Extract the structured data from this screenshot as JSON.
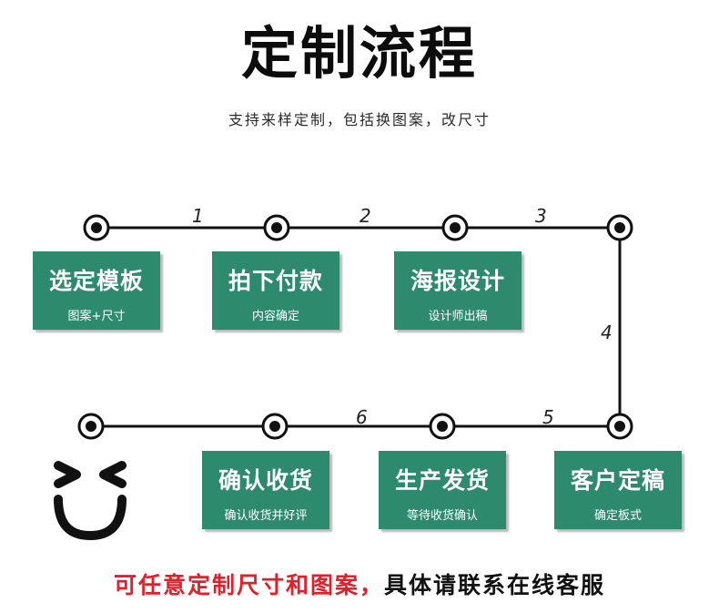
{
  "header": {
    "title": "定制流程",
    "subtitle": "支持来样定制，包括换图案，改尺寸"
  },
  "steps": [
    {
      "title": "选定模板",
      "sub": "图案+尺寸"
    },
    {
      "title": "拍下付款",
      "sub": "内容确定"
    },
    {
      "title": "海报设计",
      "sub": "设计师出稿"
    },
    {
      "title": "客户定稿",
      "sub": "确定板式"
    },
    {
      "title": "生产发货",
      "sub": "等待收货确认"
    },
    {
      "title": "确认收货",
      "sub": "确认收货并好评"
    }
  ],
  "step_numbers": [
    "1",
    "2",
    "3",
    "4",
    "5",
    "6"
  ],
  "footer": {
    "highlight": "可任意定制尺寸和图案，",
    "rest": "具体请联系在线客服"
  },
  "colors": {
    "box": "#2e8a6c",
    "highlight": "#e0202a",
    "line": "#111111"
  },
  "icons": {
    "node": "target-circle-icon",
    "face": "smiley-face-icon"
  }
}
